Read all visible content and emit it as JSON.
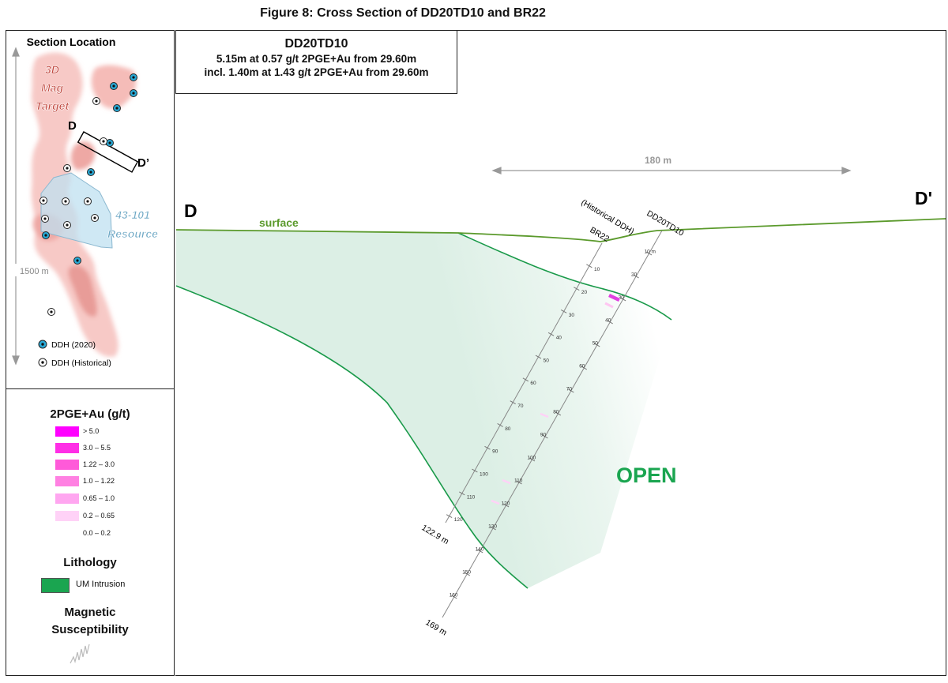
{
  "figure_title": "Figure 8: Cross Section of DD20TD10 and BR22",
  "location_map": {
    "title": "Section Location",
    "target_label": [
      "3D",
      "Mag",
      "Target"
    ],
    "resource_label": [
      "43-101",
      "Resource"
    ],
    "section_start": "D",
    "section_end": "D’",
    "scale_label": "1500 m",
    "legend": [
      {
        "label": "DDH (2020)",
        "color": "#29a9d6"
      },
      {
        "label": "DDH (Historical)",
        "color": "#ffffff"
      }
    ]
  },
  "hole_box": {
    "name": "DD20TD10",
    "line1": "5.15m at 0.57 g/t 2PGE+Au from 29.60m",
    "line2": "incl. 1.40m at 1.43 g/t 2PGE+Au from 29.60m"
  },
  "legend": {
    "grade_title": "2PGE+Au (g/t)",
    "grades": [
      {
        "label": "> 5.0",
        "color": "#ff00ff"
      },
      {
        "label": "3.0 – 5.5",
        "color": "#ff2ee6"
      },
      {
        "label": "1.22 – 3.0",
        "color": "#ff5ad9"
      },
      {
        "label": "1.0 – 1.22",
        "color": "#ff80e2"
      },
      {
        "label": "0.65 – 1.0",
        "color": "#ffa6f0"
      },
      {
        "label": "0.2 – 0.65",
        "color": "#ffd2f7"
      },
      {
        "label": "0.0 – 0.2",
        "color": "#ffffff"
      }
    ],
    "lithology_title": "Lithology",
    "lithology": [
      {
        "label": "UM Intrusion",
        "color": "#1aa550"
      }
    ],
    "magnetic_title": [
      "Magnetic",
      "Susceptibility"
    ]
  },
  "section": {
    "start_label": "D",
    "end_label": "D'",
    "scale_label": "180 m",
    "surface_label": "surface",
    "open_label": "OPEN",
    "colors": {
      "surface": "#5b9a2c",
      "intrusion": "#1a9a4a",
      "fill": "#dcefe5",
      "grade": "#e040e0"
    },
    "holes": [
      {
        "name": "BR22",
        "note": "(Historical DDH)",
        "end_depth": "122.9 m",
        "ticks": [
          "10",
          "20",
          "30",
          "40",
          "50",
          "60",
          "70",
          "80",
          "90",
          "100",
          "110",
          "120"
        ]
      },
      {
        "name": "DD20TD10",
        "end_depth": "169 m",
        "ticks": [
          "10 m",
          "20",
          "30",
          "40",
          "50",
          "60",
          "70",
          "80",
          "90",
          "100",
          "110",
          "120",
          "130",
          "140",
          "150",
          "160"
        ]
      }
    ]
  }
}
